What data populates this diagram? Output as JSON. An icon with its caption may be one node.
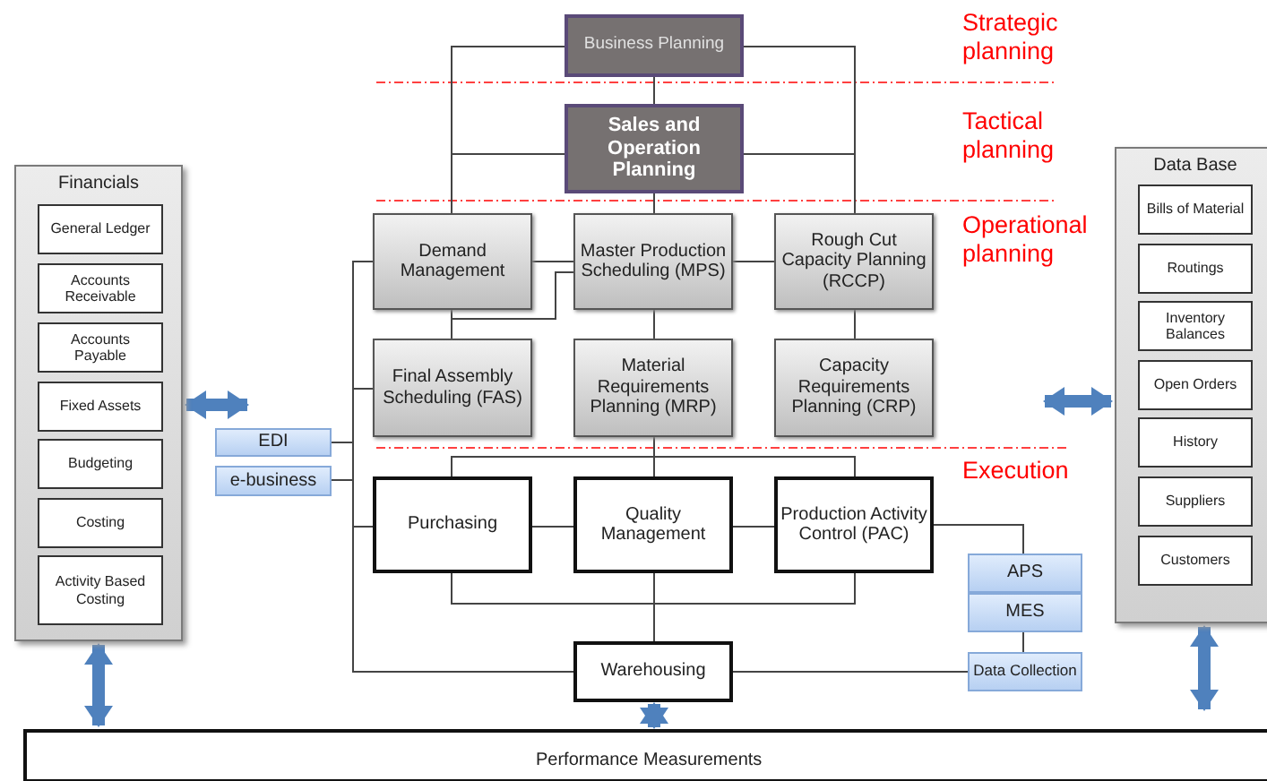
{
  "diagram": {
    "nodes": [
      {
        "text": [
          "Financials"
        ]
      },
      {
        "text": [
          "General Ledger"
        ],
        "in": 0
      },
      {
        "text": [
          "Accounts Receivable"
        ],
        "in": 0
      },
      {
        "text": [
          "Accounts Payable"
        ],
        "in": 0
      },
      {
        "text": [
          "Fixed Assets"
        ],
        "in": 0
      },
      {
        "text": [
          "Budgeting"
        ],
        "in": 0
      },
      {
        "text": [
          "Costing"
        ],
        "in": 0
      },
      {
        "text": [
          "Activity Based Costing"
        ],
        "in": 0
      },
      {
        "text": [
          "Business Planning"
        ]
      },
      {
        "text": [
          "Sales and Operation Planning"
        ]
      },
      {
        "text": [
          "Demand Management"
        ]
      },
      {
        "text": [
          "Master Production Scheduling (MPS)"
        ]
      },
      {
        "text": [
          "Rough Cut Capacity Planning (RCCP)"
        ]
      },
      {
        "text": [
          "Final Assembly Scheduling (FAS)"
        ]
      },
      {
        "text": [
          "Material Requirements Planning (MRP)"
        ]
      },
      {
        "text": [
          "Capacity Requirements Planning (CRP)"
        ]
      },
      {
        "text": [
          "EDI"
        ]
      },
      {
        "text": [
          "e-business"
        ]
      },
      {
        "text": [
          "Purchasing"
        ]
      },
      {
        "text": [
          "Quality Management"
        ]
      },
      {
        "text": [
          "Production Activity Control (PAC)"
        ]
      },
      {
        "text": [
          "APS"
        ]
      },
      {
        "text": [
          "MES"
        ]
      },
      {
        "text": [
          "Data Collection"
        ]
      },
      {
        "text": [
          "Warehousing"
        ]
      },
      {
        "text": [
          "Performance Measurements"
        ]
      },
      {
        "text": [
          "Data Base"
        ]
      },
      {
        "text": [
          "Bills of Material"
        ],
        "in": 26
      },
      {
        "text": [
          "Routings"
        ],
        "in": 26
      },
      {
        "text": [
          "Inventory Balances"
        ],
        "in": 26
      },
      {
        "text": [
          "Open Orders"
        ],
        "in": 26
      },
      {
        "text": [
          "History"
        ],
        "in": 26
      },
      {
        "text": [
          "Suppliers"
        ],
        "in": 26
      },
      {
        "text": [
          "Customers"
        ],
        "in": 26
      }
    ],
    "edges": [
      {
        "from": 8,
        "to": 9,
        "arrow": "none"
      },
      {
        "from": 8,
        "to": 10,
        "arrow": "none"
      },
      {
        "from": 8,
        "to": 12,
        "arrow": "none"
      },
      {
        "from": 9,
        "to": 10,
        "arrow": "none"
      },
      {
        "from": 9,
        "to": 11,
        "arrow": "none"
      },
      {
        "from": 9,
        "to": 12,
        "arrow": "none"
      },
      {
        "from": 10,
        "to": 11,
        "arrow": "none"
      },
      {
        "from": 10,
        "to": 13,
        "arrow": "none"
      },
      {
        "from": 11,
        "to": 13,
        "arrow": "none"
      },
      {
        "from": 11,
        "to": 12,
        "arrow": "none"
      },
      {
        "from": 11,
        "to": 14,
        "arrow": "none"
      },
      {
        "from": 12,
        "to": 15,
        "arrow": "none"
      },
      {
        "from": 10,
        "to": 18,
        "arrow": "none"
      },
      {
        "from": 13,
        "to": 18,
        "arrow": "none"
      },
      {
        "from": 16,
        "to": 18,
        "arrow": "none"
      },
      {
        "from": 17,
        "to": 18,
        "arrow": "none"
      },
      {
        "from": 18,
        "to": 24,
        "arrow": "none"
      },
      {
        "from": 14,
        "to": 18,
        "arrow": "none"
      },
      {
        "from": 14,
        "to": 19,
        "arrow": "none"
      },
      {
        "from": 14,
        "to": 20,
        "arrow": "none"
      },
      {
        "from": 18,
        "to": 19,
        "arrow": "none"
      },
      {
        "from": 19,
        "to": 20,
        "arrow": "none"
      },
      {
        "from": 18,
        "to": 20,
        "arrow": "none"
      },
      {
        "from": 19,
        "to": 24,
        "arrow": "none"
      },
      {
        "from": 20,
        "to": 21,
        "arrow": "none"
      },
      {
        "from": 22,
        "to": 23,
        "arrow": "none"
      },
      {
        "from": 24,
        "to": 23,
        "arrow": "none"
      },
      {
        "from": 0,
        "to": 16,
        "arrow": "both",
        "style": "thick",
        "color": "#4f81bd"
      },
      {
        "from": null,
        "to": 26,
        "arrow": "both",
        "style": "thick",
        "color": "#4f81bd"
      },
      {
        "from": 0,
        "to": 25,
        "arrow": "both",
        "style": "thick",
        "color": "#4f81bd"
      },
      {
        "from": 24,
        "to": 25,
        "arrow": "both",
        "style": "thick",
        "color": "#4f81bd"
      },
      {
        "from": 26,
        "to": 25,
        "arrow": "both",
        "style": "thick",
        "color": "#4f81bd"
      }
    ],
    "labels": [
      "Strategic planning",
      "Tactical planning",
      "Operational planning",
      "Execution"
    ]
  }
}
